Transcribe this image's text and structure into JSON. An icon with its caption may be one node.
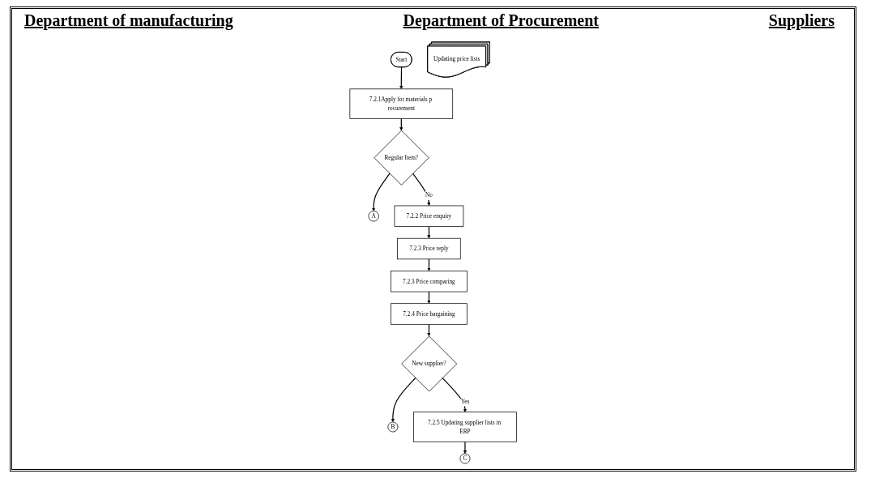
{
  "diagram": {
    "nodes": [
      {
        "text": [
          "Start"
        ]
      },
      {
        "text": [
          "7.2.1Apply for materials p rocurement"
        ]
      },
      {
        "text": [
          "Regular Item?"
        ]
      },
      {
        "text": [
          "A"
        ]
      },
      {
        "text": [
          "7.2.2 Price enquiry"
        ]
      },
      {
        "text": [
          "7.2.3 Price reply"
        ]
      },
      {
        "text": [
          "7.2.3 Price comparing"
        ]
      },
      {
        "text": [
          "Updating price lists"
        ]
      },
      {
        "text": [
          "7.2.4 Price bargaining"
        ]
      },
      {
        "text": [
          "New supplier?"
        ]
      },
      {
        "text": [
          "B"
        ]
      },
      {
        "text": [
          "7.2.5 Updating supplier lists in ERP"
        ]
      },
      {
        "text": [
          "C"
        ]
      }
    ],
    "edges": [
      {
        "from": 0,
        "to": 1,
        "arrow": "to"
      },
      {
        "from": 1,
        "to": 2,
        "arrow": "to"
      },
      {
        "from": 2,
        "to": 3,
        "arrow": "to"
      },
      {
        "from": 2,
        "to": 4,
        "label": "No",
        "arrow": "to"
      },
      {
        "from": 4,
        "to": 5,
        "arrow": "to"
      },
      {
        "from": 5,
        "to": 6,
        "arrow": "to"
      },
      {
        "from": 6,
        "to": 8,
        "arrow": "to"
      },
      {
        "from": 8,
        "to": 9,
        "arrow": "to"
      },
      {
        "from": 9,
        "to": 11,
        "label": "Yes",
        "arrow": "to"
      },
      {
        "from": 9,
        "to": 10,
        "arrow": "to"
      },
      {
        "from": 11,
        "to": 12,
        "arrow": "to"
      }
    ],
    "labels": [
      "Department of manufacturing",
      "Department of Procurement",
      "Suppliers"
    ]
  }
}
